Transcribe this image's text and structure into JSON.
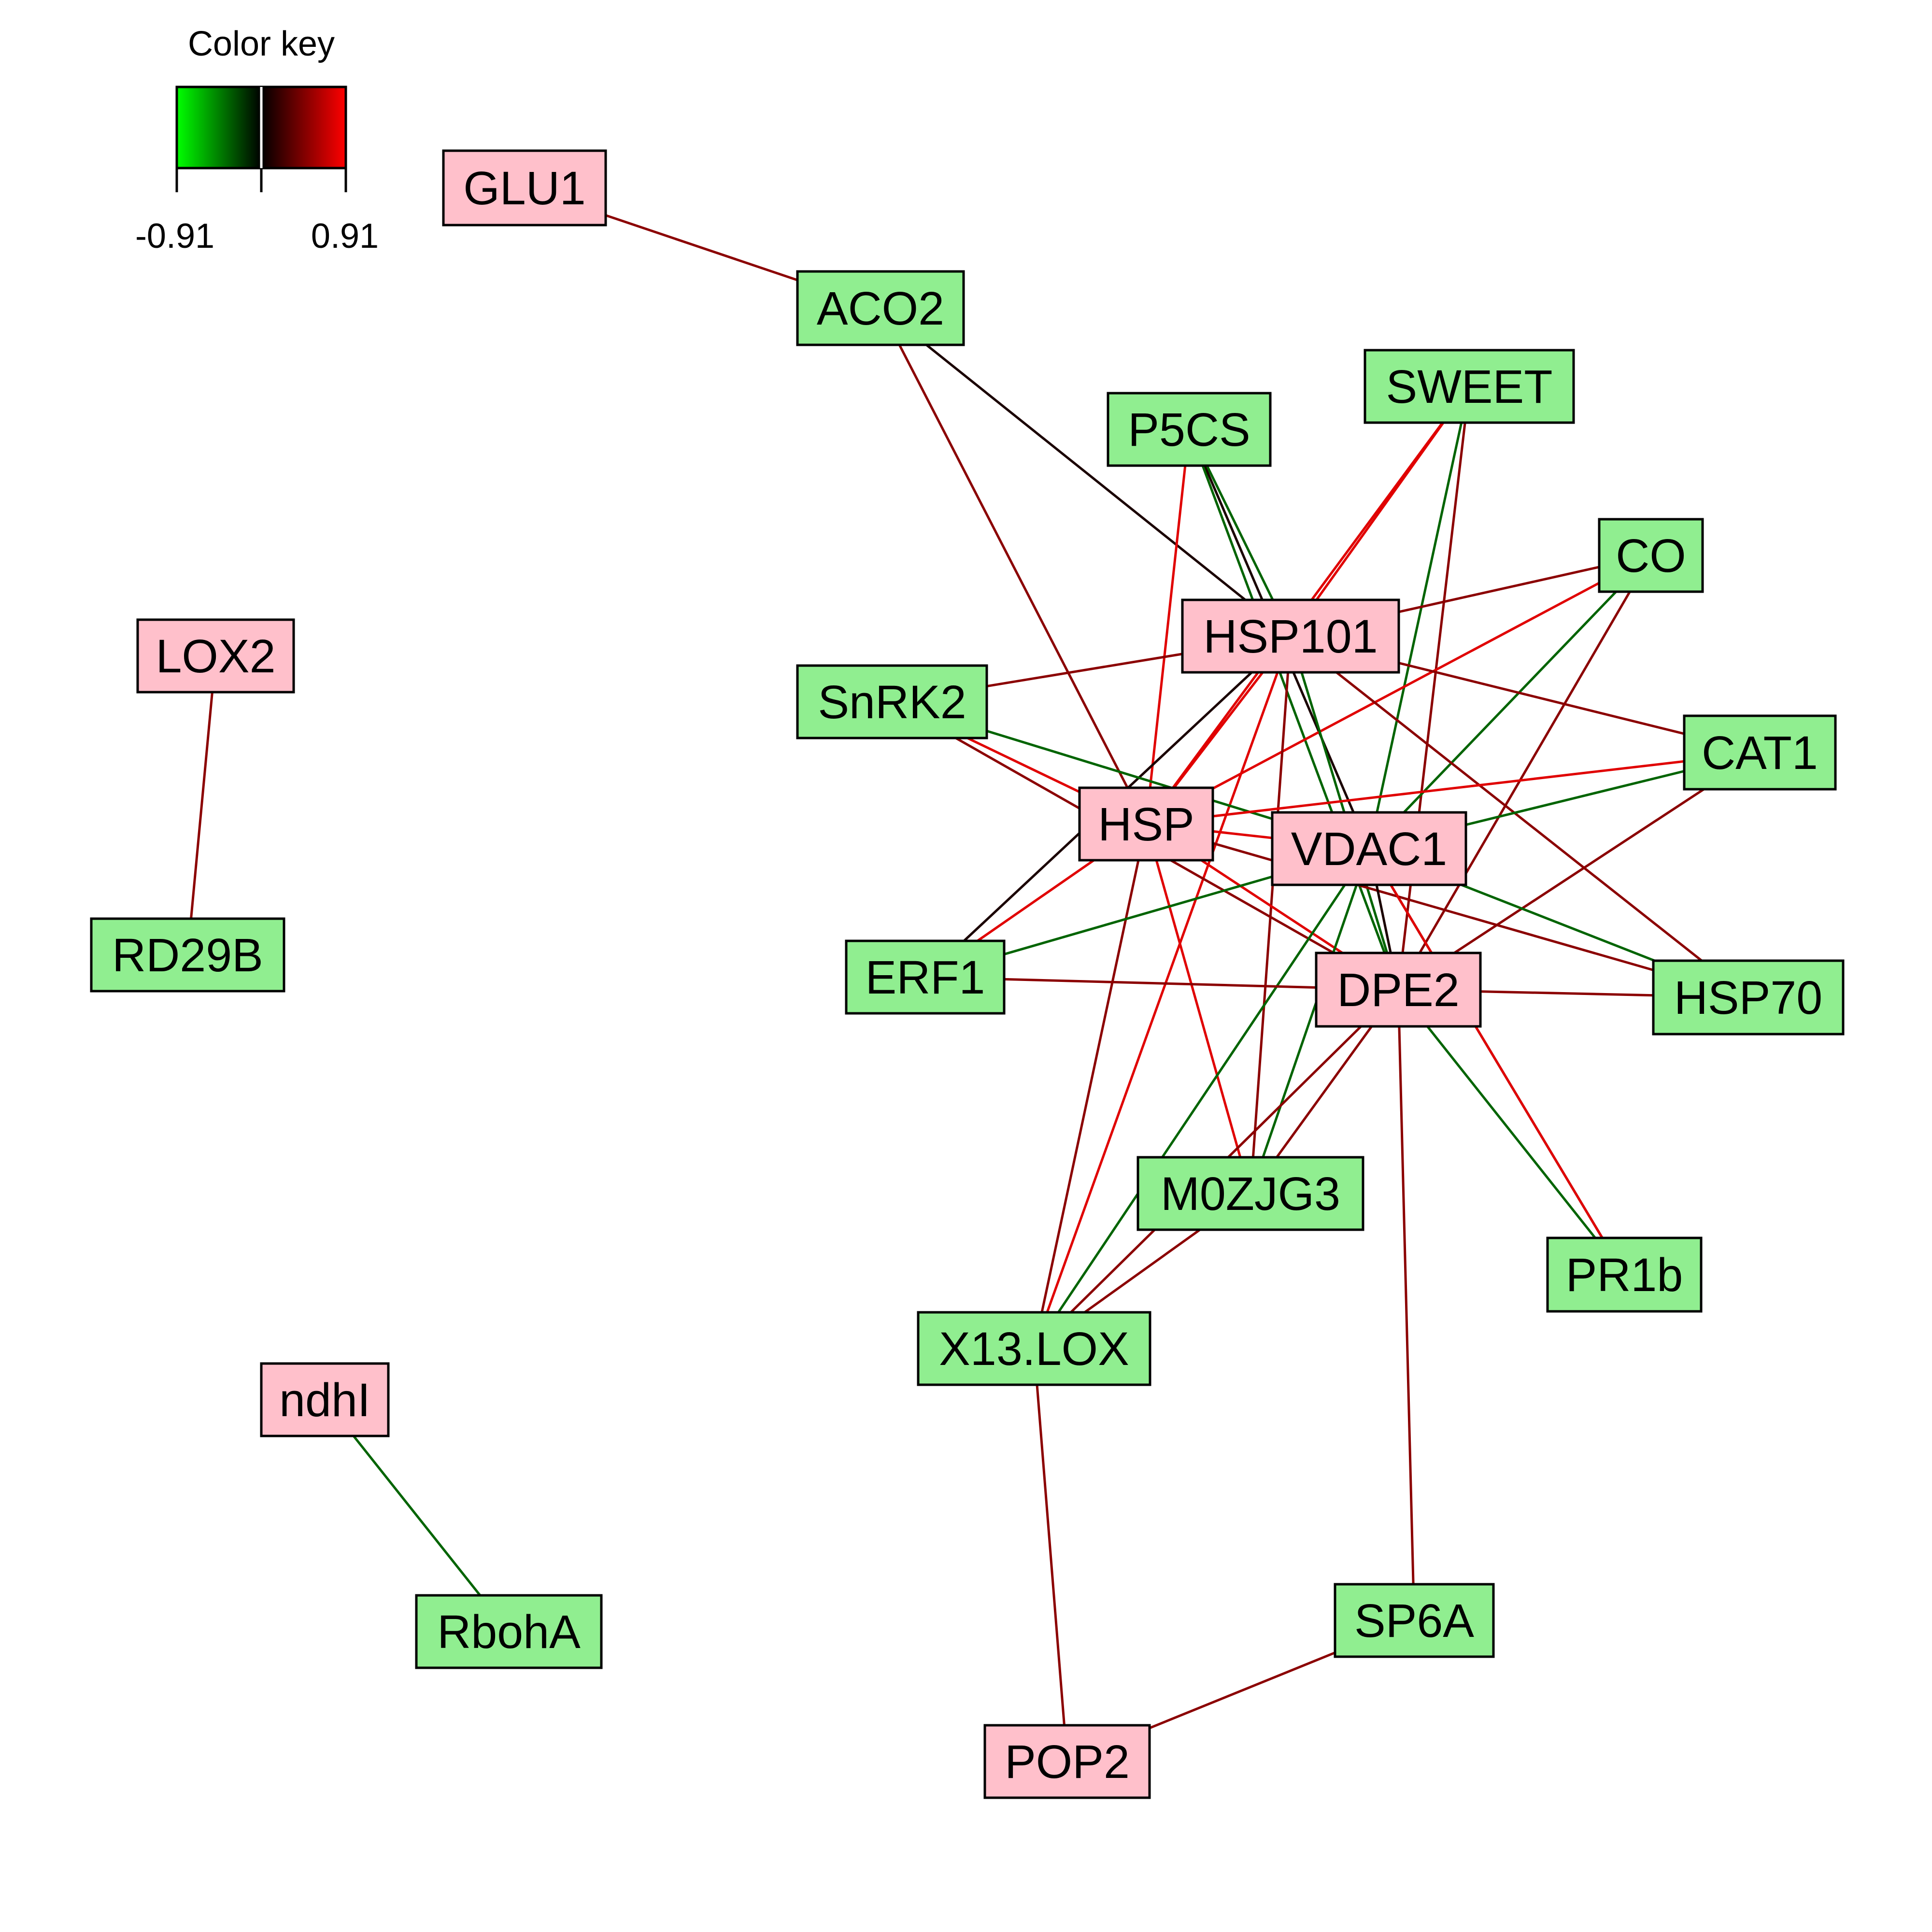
{
  "color_key": {
    "title": "Color key",
    "min_label": "-0.91",
    "max_label": "0.91",
    "low_color": "#00ff00",
    "mid_color": "#000000",
    "high_color": "#ff0000"
  },
  "node_colors": {
    "pink": "#ffc0cb",
    "green": "#90ee90"
  },
  "edge_colors": {
    "dark_red": "#8b0000",
    "red": "#e00000",
    "dark_green": "#006400",
    "black": "#1a0000"
  },
  "nodes": [
    {
      "id": "GLU1",
      "label": "GLU1",
      "color": "pink"
    },
    {
      "id": "ACO2",
      "label": "ACO2",
      "color": "green"
    },
    {
      "id": "P5CS",
      "label": "P5CS",
      "color": "green"
    },
    {
      "id": "SWEET",
      "label": "SWEET",
      "color": "green"
    },
    {
      "id": "CO",
      "label": "CO",
      "color": "green"
    },
    {
      "id": "HSP101",
      "label": "HSP101",
      "color": "pink"
    },
    {
      "id": "SnRK2",
      "label": "SnRK2",
      "color": "green"
    },
    {
      "id": "CAT1",
      "label": "CAT1",
      "color": "green"
    },
    {
      "id": "HSP",
      "label": "HSP",
      "color": "pink"
    },
    {
      "id": "VDAC1",
      "label": "VDAC1",
      "color": "pink"
    },
    {
      "id": "ERF1",
      "label": "ERF1",
      "color": "green"
    },
    {
      "id": "DPE2",
      "label": "DPE2",
      "color": "pink"
    },
    {
      "id": "HSP70",
      "label": "HSP70",
      "color": "green"
    },
    {
      "id": "M0ZJG3",
      "label": "M0ZJG3",
      "color": "green"
    },
    {
      "id": "PR1b",
      "label": "PR1b",
      "color": "green"
    },
    {
      "id": "X13.LOX",
      "label": "X13.LOX",
      "color": "green"
    },
    {
      "id": "SP6A",
      "label": "SP6A",
      "color": "green"
    },
    {
      "id": "POP2",
      "label": "POP2",
      "color": "pink"
    },
    {
      "id": "LOX2",
      "label": "LOX2",
      "color": "pink"
    },
    {
      "id": "RD29B",
      "label": "RD29B",
      "color": "green"
    },
    {
      "id": "ndhI",
      "label": "ndhI",
      "color": "pink"
    },
    {
      "id": "RbohA",
      "label": "RbohA",
      "color": "green"
    }
  ],
  "edges": [
    {
      "source": "GLU1",
      "target": "ACO2",
      "color": "dark_red"
    },
    {
      "source": "ACO2",
      "target": "HSP101",
      "color": "black"
    },
    {
      "source": "ACO2",
      "target": "HSP",
      "color": "dark_red"
    },
    {
      "source": "P5CS",
      "target": "HSP",
      "color": "red"
    },
    {
      "source": "P5CS",
      "target": "VDAC1",
      "color": "black"
    },
    {
      "source": "P5CS",
      "target": "DPE2",
      "color": "dark_green"
    },
    {
      "source": "P5CS",
      "target": "HSP101",
      "color": "dark_green"
    },
    {
      "source": "SWEET",
      "target": "HSP101",
      "color": "red"
    },
    {
      "source": "SWEET",
      "target": "HSP",
      "color": "red"
    },
    {
      "source": "SWEET",
      "target": "VDAC1",
      "color": "dark_green"
    },
    {
      "source": "SWEET",
      "target": "DPE2",
      "color": "dark_red"
    },
    {
      "source": "CO",
      "target": "HSP101",
      "color": "dark_red"
    },
    {
      "source": "CO",
      "target": "HSP",
      "color": "red"
    },
    {
      "source": "CO",
      "target": "VDAC1",
      "color": "dark_green"
    },
    {
      "source": "CO",
      "target": "DPE2",
      "color": "dark_red"
    },
    {
      "source": "HSP101",
      "target": "SnRK2",
      "color": "dark_red"
    },
    {
      "source": "HSP101",
      "target": "CAT1",
      "color": "dark_red"
    },
    {
      "source": "HSP101",
      "target": "HSP",
      "color": "red"
    },
    {
      "source": "HSP101",
      "target": "ERF1",
      "color": "black"
    },
    {
      "source": "HSP101",
      "target": "HSP70",
      "color": "dark_red"
    },
    {
      "source": "HSP101",
      "target": "M0ZJG3",
      "color": "dark_red"
    },
    {
      "source": "HSP101",
      "target": "DPE2",
      "color": "dark_green"
    },
    {
      "source": "HSP101",
      "target": "X13.LOX",
      "color": "red"
    },
    {
      "source": "SnRK2",
      "target": "HSP",
      "color": "red"
    },
    {
      "source": "SnRK2",
      "target": "VDAC1",
      "color": "dark_green"
    },
    {
      "source": "SnRK2",
      "target": "DPE2",
      "color": "dark_red"
    },
    {
      "source": "CAT1",
      "target": "HSP",
      "color": "red"
    },
    {
      "source": "CAT1",
      "target": "VDAC1",
      "color": "dark_green"
    },
    {
      "source": "CAT1",
      "target": "DPE2",
      "color": "dark_red"
    },
    {
      "source": "HSP",
      "target": "VDAC1",
      "color": "red"
    },
    {
      "source": "HSP",
      "target": "ERF1",
      "color": "red"
    },
    {
      "source": "HSP",
      "target": "DPE2",
      "color": "red"
    },
    {
      "source": "HSP",
      "target": "M0ZJG3",
      "color": "red"
    },
    {
      "source": "HSP",
      "target": "X13.LOX",
      "color": "dark_red"
    },
    {
      "source": "HSP",
      "target": "HSP70",
      "color": "dark_red"
    },
    {
      "source": "VDAC1",
      "target": "ERF1",
      "color": "dark_green"
    },
    {
      "source": "VDAC1",
      "target": "DPE2",
      "color": "black"
    },
    {
      "source": "VDAC1",
      "target": "HSP70",
      "color": "dark_green"
    },
    {
      "source": "VDAC1",
      "target": "M0ZJG3",
      "color": "dark_green"
    },
    {
      "source": "VDAC1",
      "target": "X13.LOX",
      "color": "dark_green"
    },
    {
      "source": "VDAC1",
      "target": "PR1b",
      "color": "black"
    },
    {
      "source": "ERF1",
      "target": "DPE2",
      "color": "dark_red"
    },
    {
      "source": "DPE2",
      "target": "HSP70",
      "color": "dark_red"
    },
    {
      "source": "DPE2",
      "target": "PR1b",
      "color": "dark_green"
    },
    {
      "source": "DPE2",
      "target": "M0ZJG3",
      "color": "dark_red"
    },
    {
      "source": "DPE2",
      "target": "SP6A",
      "color": "dark_red"
    },
    {
      "source": "DPE2",
      "target": "X13.LOX",
      "color": "dark_red"
    },
    {
      "source": "PR1b",
      "target": "VDAC1",
      "color": "red"
    },
    {
      "source": "M0ZJG3",
      "target": "X13.LOX",
      "color": "dark_red"
    },
    {
      "source": "X13.LOX",
      "target": "POP2",
      "color": "dark_red"
    },
    {
      "source": "SP6A",
      "target": "POP2",
      "color": "dark_red"
    },
    {
      "source": "LOX2",
      "target": "RD29B",
      "color": "dark_red"
    },
    {
      "source": "ndhI",
      "target": "RbohA",
      "color": "dark_green"
    }
  ]
}
